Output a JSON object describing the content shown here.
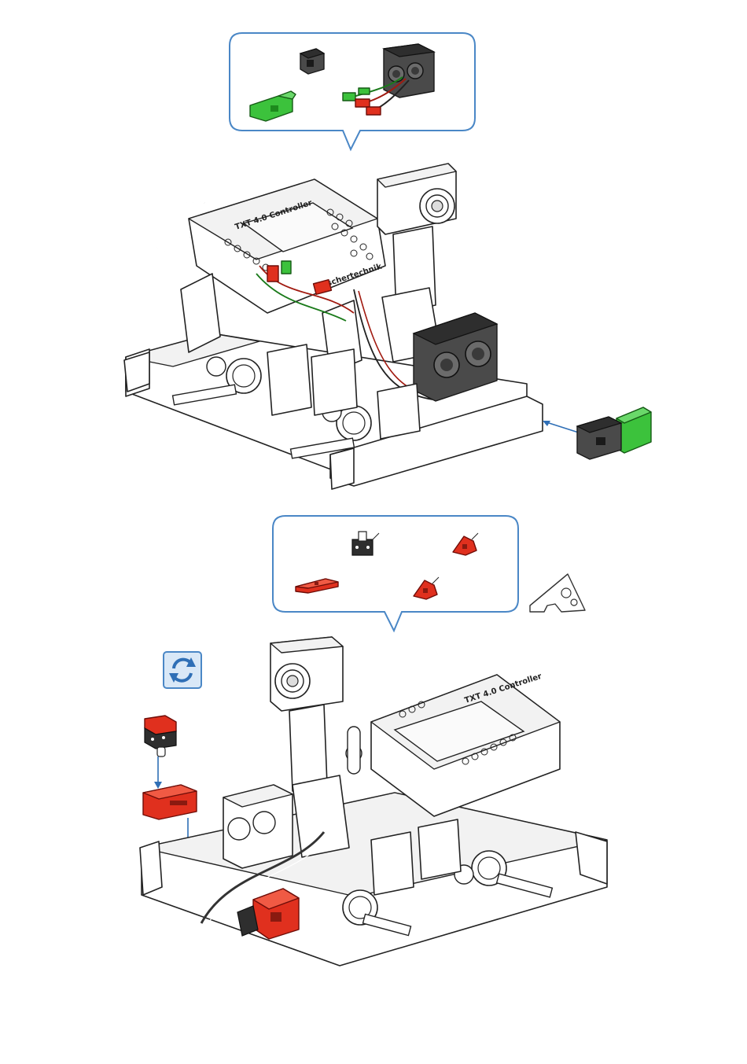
{
  "colors": {
    "bubble_border": "#4a87c6",
    "part_red": "#e0301e",
    "part_green": "#3cc23c",
    "part_dark": "#4a4a4a",
    "arrow_blue": "#2f6fb6",
    "rotate_icon_bg": "#d9e8f7"
  },
  "step1": {
    "parts": [
      {
        "icon": "black-building-block-15-icon",
        "color": "#4a4a4a"
      },
      {
        "icon": "ultrasonic-distance-sensor-icon",
        "color": "#4a4a4a"
      },
      {
        "icon": "green-clip-holder-icon",
        "color": "#3cc23c"
      },
      {
        "icon": "cable-plugs-red-green-icon",
        "color": "#e0301e"
      }
    ],
    "model": {
      "board_label": "TXT 4.0 Controller",
      "board_label_2": "fischertechnik"
    }
  },
  "step2": {
    "parts": [
      {
        "icon": "led-lamp-block-icon",
        "color": "#2e2e2e"
      },
      {
        "icon": "red-angle-block-icon",
        "color": "#e0301e"
      },
      {
        "icon": "red-flat-plate-icon",
        "color": "#e0301e"
      },
      {
        "icon": "red-angle-block-small-icon",
        "color": "#e0301e"
      }
    ],
    "hint_icon": "cheese-puzzle-piece-icon",
    "rotate_icon": "rotate-model-icon",
    "model": {
      "board_label": "TXT 4.0 Controller"
    }
  }
}
